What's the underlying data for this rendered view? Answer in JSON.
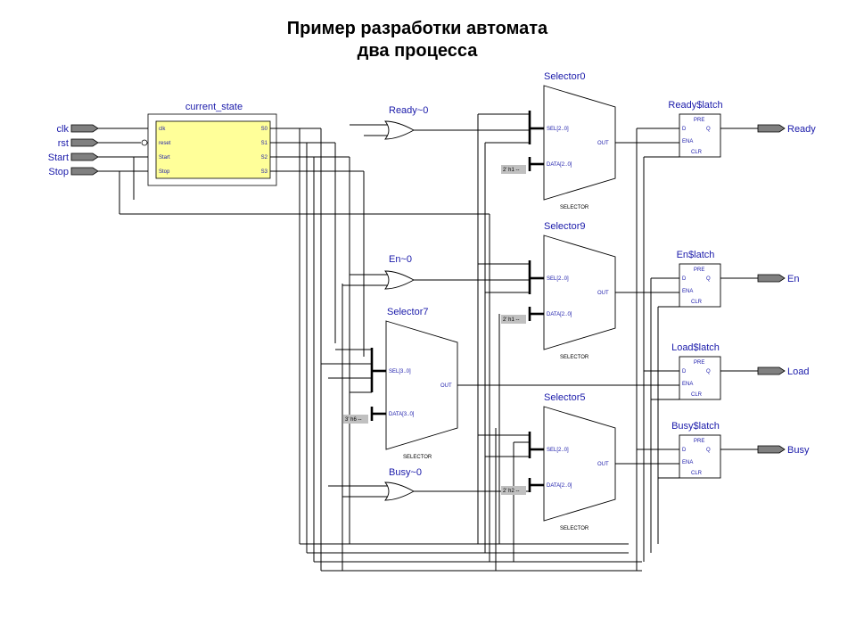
{
  "title": {
    "line1": "Пример разработки автомата",
    "line2": "два процесса"
  },
  "inputs": [
    "clk",
    "rst",
    "Start",
    "Stop"
  ],
  "outputs": [
    "Ready",
    "En",
    "Load",
    "Busy"
  ],
  "state_register": {
    "name": "current_state",
    "in_pins": [
      "clk",
      "reset",
      "Start",
      "Stop"
    ],
    "out_pins": [
      "S0",
      "S1",
      "S2",
      "S3"
    ]
  },
  "gates": [
    {
      "name": "Ready~0"
    },
    {
      "name": "En~0"
    },
    {
      "name": "Busy~0"
    }
  ],
  "selectors": [
    {
      "name": "Selector0",
      "sel": "SEL[2..0]",
      "data": "DATA[2..0]",
      "out": "OUT",
      "type": "SELECTOR",
      "const": "2' h1 --"
    },
    {
      "name": "Selector9",
      "sel": "SEL[2..0]",
      "data": "DATA[2..0]",
      "out": "OUT",
      "type": "SELECTOR",
      "const": "2' h1 --"
    },
    {
      "name": "Selector7",
      "sel": "SEL[3..0]",
      "data": "DATA[3..0]",
      "out": "OUT",
      "type": "SELECTOR",
      "const": "3' h6 --"
    },
    {
      "name": "Selector5",
      "sel": "SEL[2..0]",
      "data": "DATA[2..0]",
      "out": "OUT",
      "type": "SELECTOR",
      "const": "2' h2 --"
    }
  ],
  "latches": [
    {
      "name": "Ready$latch"
    },
    {
      "name": "En$latch"
    },
    {
      "name": "Load$latch"
    },
    {
      "name": "Busy$latch"
    }
  ],
  "latch_pins": {
    "pre": "PRE",
    "d": "D",
    "q": "Q",
    "ena": "ENA",
    "clr": "CLR"
  }
}
